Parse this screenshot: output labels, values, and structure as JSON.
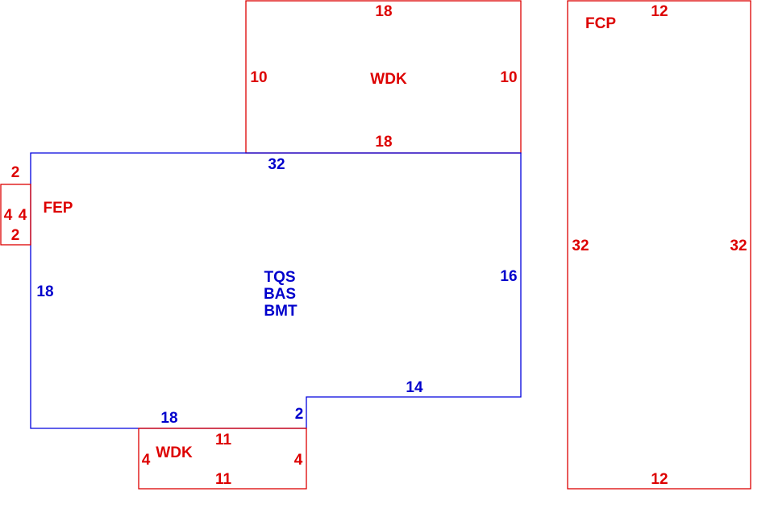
{
  "colors": {
    "addition": "#dd0000",
    "main": "#0000cc"
  },
  "areas": {
    "wdk_top": {
      "code": "WDK",
      "top": "18",
      "bottom": "18",
      "left": "10",
      "right": "10"
    },
    "fcp": {
      "code": "FCP",
      "top": "12",
      "bottom": "12",
      "left": "32",
      "right": "32"
    },
    "main": {
      "codes": [
        "TQS",
        "BAS",
        "BMT"
      ],
      "top": "32",
      "left": "18",
      "right": "16",
      "step_top": "14",
      "step_side": "2",
      "bottom": "18"
    },
    "fep": {
      "code": "FEP",
      "top": "2",
      "bottom": "2",
      "left": "4",
      "right": "4"
    },
    "wdk_bottom": {
      "code": "WDK",
      "top": "11",
      "bottom": "11",
      "left": "4",
      "right": "4"
    }
  }
}
